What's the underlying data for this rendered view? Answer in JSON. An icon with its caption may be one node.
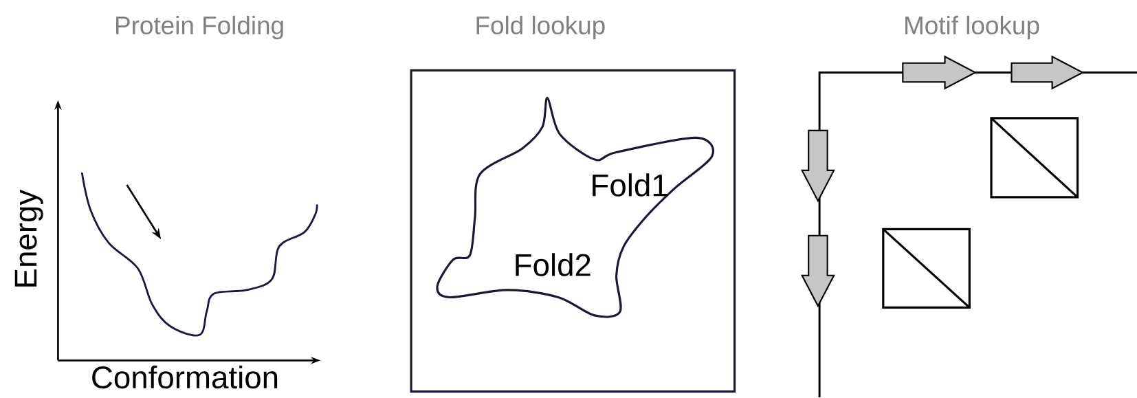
{
  "diagram": {
    "labels": [
      "Protein Folding",
      "Fold lookup",
      "Motif lookup",
      "Energy",
      "Conformation",
      "Fold1",
      "Fold2"
    ]
  }
}
